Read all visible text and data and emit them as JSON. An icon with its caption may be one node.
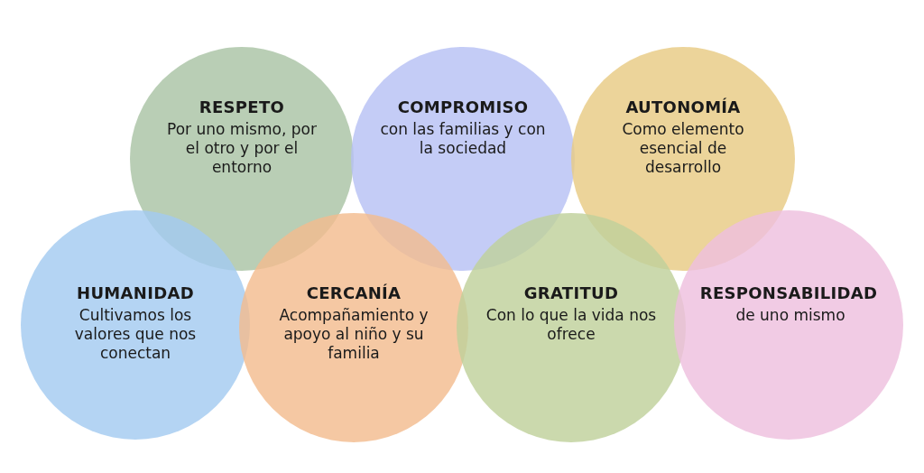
{
  "diagram": {
    "nodes": [
      {
        "text": [
          "RESPETO",
          "Por uno mismo, por el otro y por el entorno"
        ]
      },
      {
        "text": [
          "COMPROMISO",
          "con las familias y con la sociedad"
        ]
      },
      {
        "text": [
          "AUTONOMÍA",
          "Como elemento esencial de desarrollo"
        ]
      },
      {
        "text": [
          "HUMANIDAD",
          "Cultivamos los valores que nos conectan"
        ]
      },
      {
        "text": [
          "CERCANÍA",
          "Acompañamiento y apoyo al niño y su familia"
        ]
      },
      {
        "text": [
          "GRATITUD",
          "Con lo que la vida nos ofrece"
        ]
      },
      {
        "text": [
          "RESPONSABILIDAD",
          "de uno mismo"
        ]
      }
    ]
  }
}
